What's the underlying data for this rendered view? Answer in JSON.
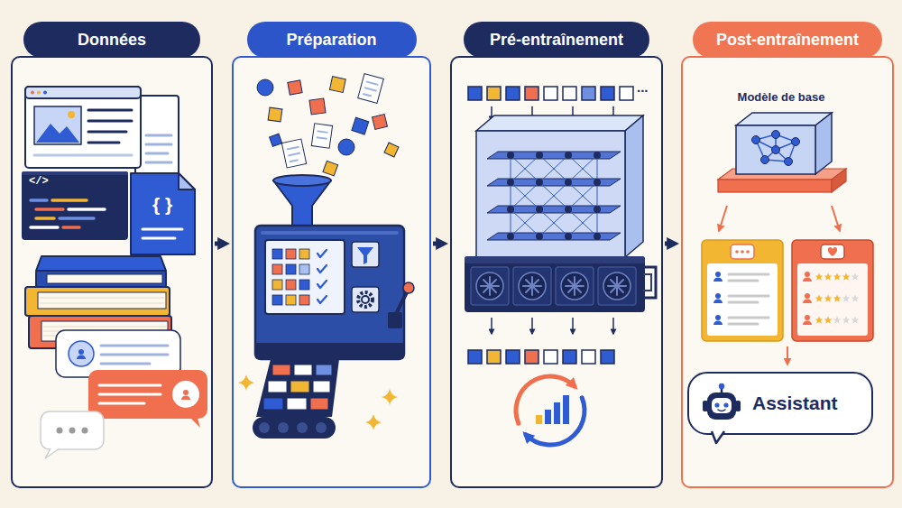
{
  "diagram": {
    "nodes": [
      {
        "text": [
          "Données"
        ]
      },
      {
        "text": [
          "Préparation"
        ]
      },
      {
        "text": [
          "Pré-entraînement"
        ]
      },
      {
        "text": [
          "Post-entraînement"
        ]
      },
      {
        "text": [
          "Modèle de base"
        ],
        "in": 3
      },
      {
        "text": [
          "Assistant"
        ],
        "in": 3
      }
    ],
    "edges": [
      {
        "from": 0,
        "to": 1,
        "arrow": "to"
      },
      {
        "from": 1,
        "to": 2,
        "arrow": "to"
      },
      {
        "from": 2,
        "to": 3,
        "arrow": "to"
      }
    ],
    "labels": [
      "</>",
      "{ }",
      "..."
    ]
  }
}
